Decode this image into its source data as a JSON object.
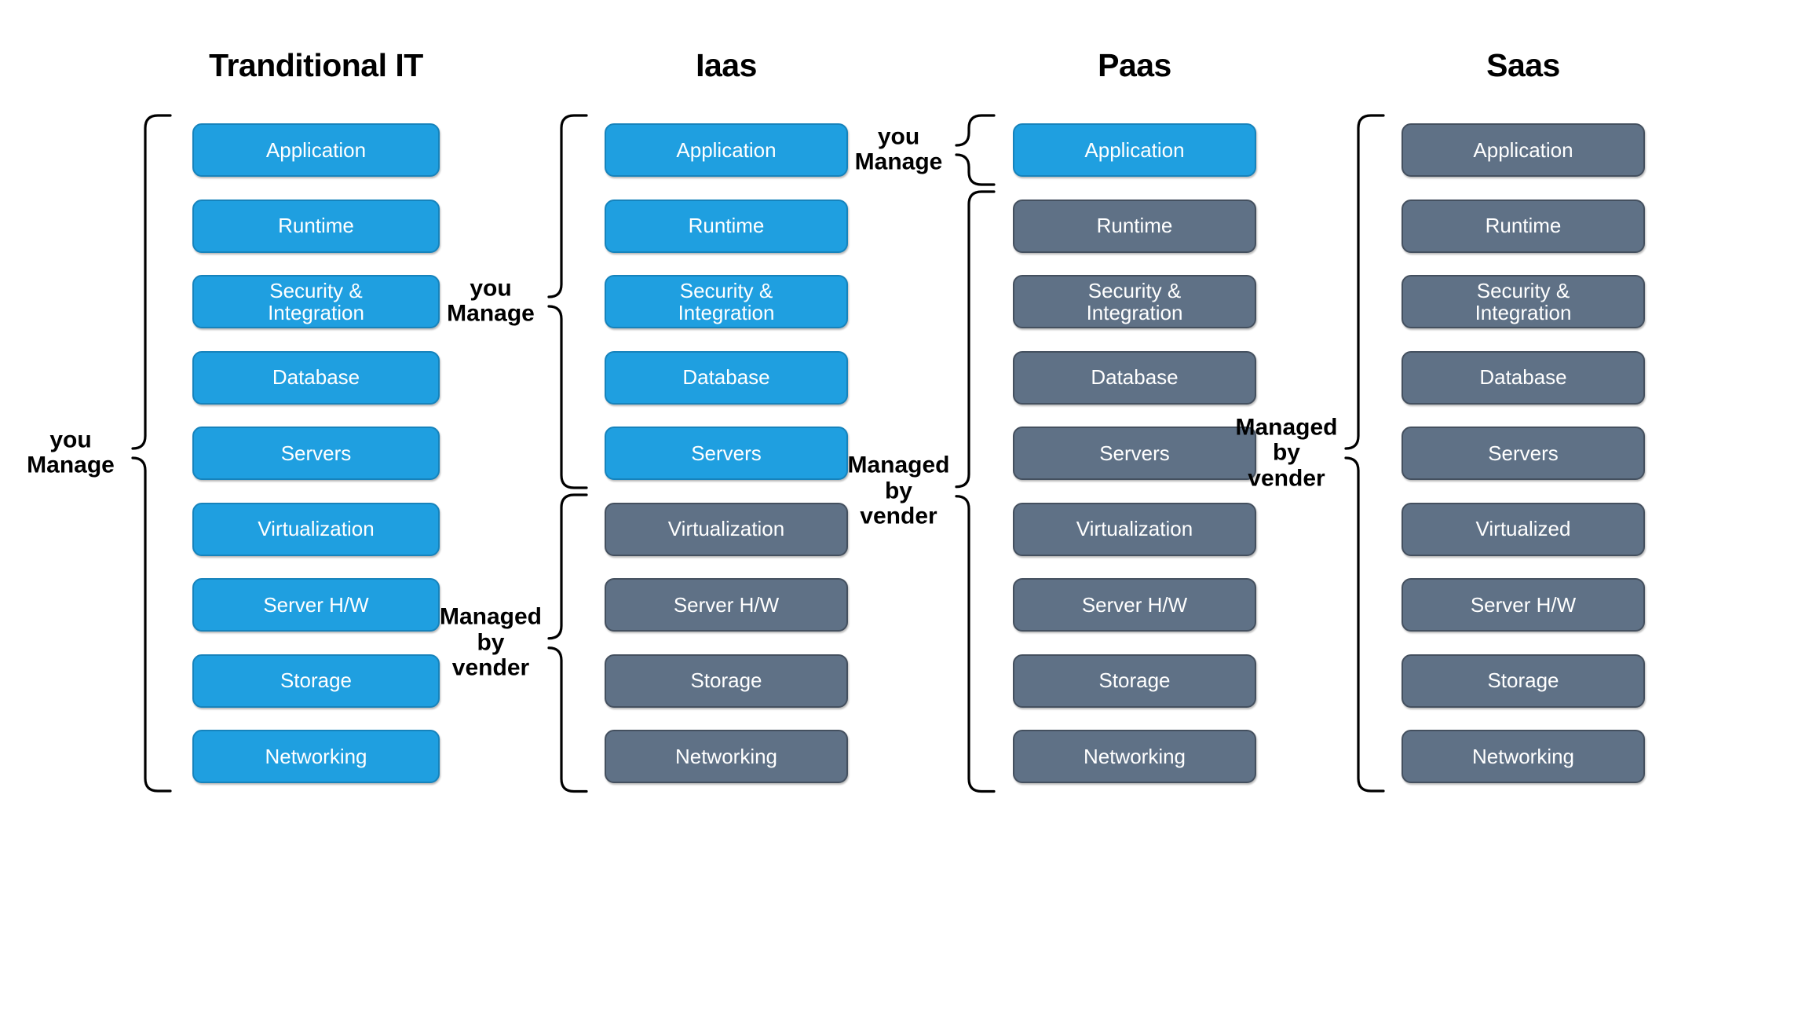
{
  "diagram": {
    "title_row": [
      "Tranditional IT",
      "Iaas",
      "Paas",
      "Saas"
    ],
    "layer_names": [
      "Application",
      "Runtime",
      "Security &\nIntegration",
      "Database",
      "Servers",
      "Virtualization",
      "Server H/W",
      "Storage",
      "Networking"
    ],
    "colors": {
      "managed_by_you": "#1F9FE0",
      "managed_by_vendor": "#5F7186",
      "box_text": "#FFFFFF",
      "bracket": "#000000",
      "background": "#FFFFFF"
    },
    "labels": {
      "you_manage": "you\nManage",
      "managed_by_vender": "Managed\nby\nvender"
    },
    "columns": [
      {
        "key": "traditional-it",
        "title": "Tranditional IT",
        "layers": [
          {
            "label": "Application",
            "owner": "you"
          },
          {
            "label": "Runtime",
            "owner": "you"
          },
          {
            "label": "Security &\nIntegration",
            "owner": "you"
          },
          {
            "label": "Database",
            "owner": "you"
          },
          {
            "label": "Servers",
            "owner": "you"
          },
          {
            "label": "Virtualization",
            "owner": "you"
          },
          {
            "label": "Server H/W",
            "owner": "you"
          },
          {
            "label": "Storage",
            "owner": "you"
          },
          {
            "label": "Networking",
            "owner": "you"
          }
        ],
        "brackets": [
          {
            "label": "you\nManage",
            "from": 0,
            "to": 8
          }
        ]
      },
      {
        "key": "iaas",
        "title": "Iaas",
        "layers": [
          {
            "label": "Application",
            "owner": "you"
          },
          {
            "label": "Runtime",
            "owner": "you"
          },
          {
            "label": "Security &\nIntegration",
            "owner": "you"
          },
          {
            "label": "Database",
            "owner": "you"
          },
          {
            "label": "Servers",
            "owner": "you"
          },
          {
            "label": "Virtualization",
            "owner": "vendor"
          },
          {
            "label": "Server H/W",
            "owner": "vendor"
          },
          {
            "label": "Storage",
            "owner": "vendor"
          },
          {
            "label": "Networking",
            "owner": "vendor"
          }
        ],
        "brackets": [
          {
            "label": "you\nManage",
            "from": 0,
            "to": 4
          },
          {
            "label": "Managed\nby\nvender",
            "from": 5,
            "to": 8
          }
        ]
      },
      {
        "key": "paas",
        "title": "Paas",
        "layers": [
          {
            "label": "Application",
            "owner": "you"
          },
          {
            "label": "Runtime",
            "owner": "vendor"
          },
          {
            "label": "Security &\nIntegration",
            "owner": "vendor"
          },
          {
            "label": "Database",
            "owner": "vendor"
          },
          {
            "label": "Servers",
            "owner": "vendor"
          },
          {
            "label": "Virtualization",
            "owner": "vendor"
          },
          {
            "label": "Server H/W",
            "owner": "vendor"
          },
          {
            "label": "Storage",
            "owner": "vendor"
          },
          {
            "label": "Networking",
            "owner": "vendor"
          }
        ],
        "brackets": [
          {
            "label": "you\nManage",
            "from": 0,
            "to": 0
          },
          {
            "label": "Managed\nby\nvender",
            "from": 1,
            "to": 8
          }
        ]
      },
      {
        "key": "saas",
        "title": "Saas",
        "layers": [
          {
            "label": "Application",
            "owner": "vendor"
          },
          {
            "label": "Runtime",
            "owner": "vendor"
          },
          {
            "label": "Security &\nIntegration",
            "owner": "vendor"
          },
          {
            "label": "Database",
            "owner": "vendor"
          },
          {
            "label": "Servers",
            "owner": "vendor"
          },
          {
            "label": "Virtualized",
            "owner": "vendor"
          },
          {
            "label": "Server H/W",
            "owner": "vendor"
          },
          {
            "label": "Storage",
            "owner": "vendor"
          },
          {
            "label": "Networking",
            "owner": "vendor"
          }
        ],
        "brackets": [
          {
            "label": "Managed\nby\nvender",
            "from": 0,
            "to": 8
          }
        ]
      }
    ]
  }
}
